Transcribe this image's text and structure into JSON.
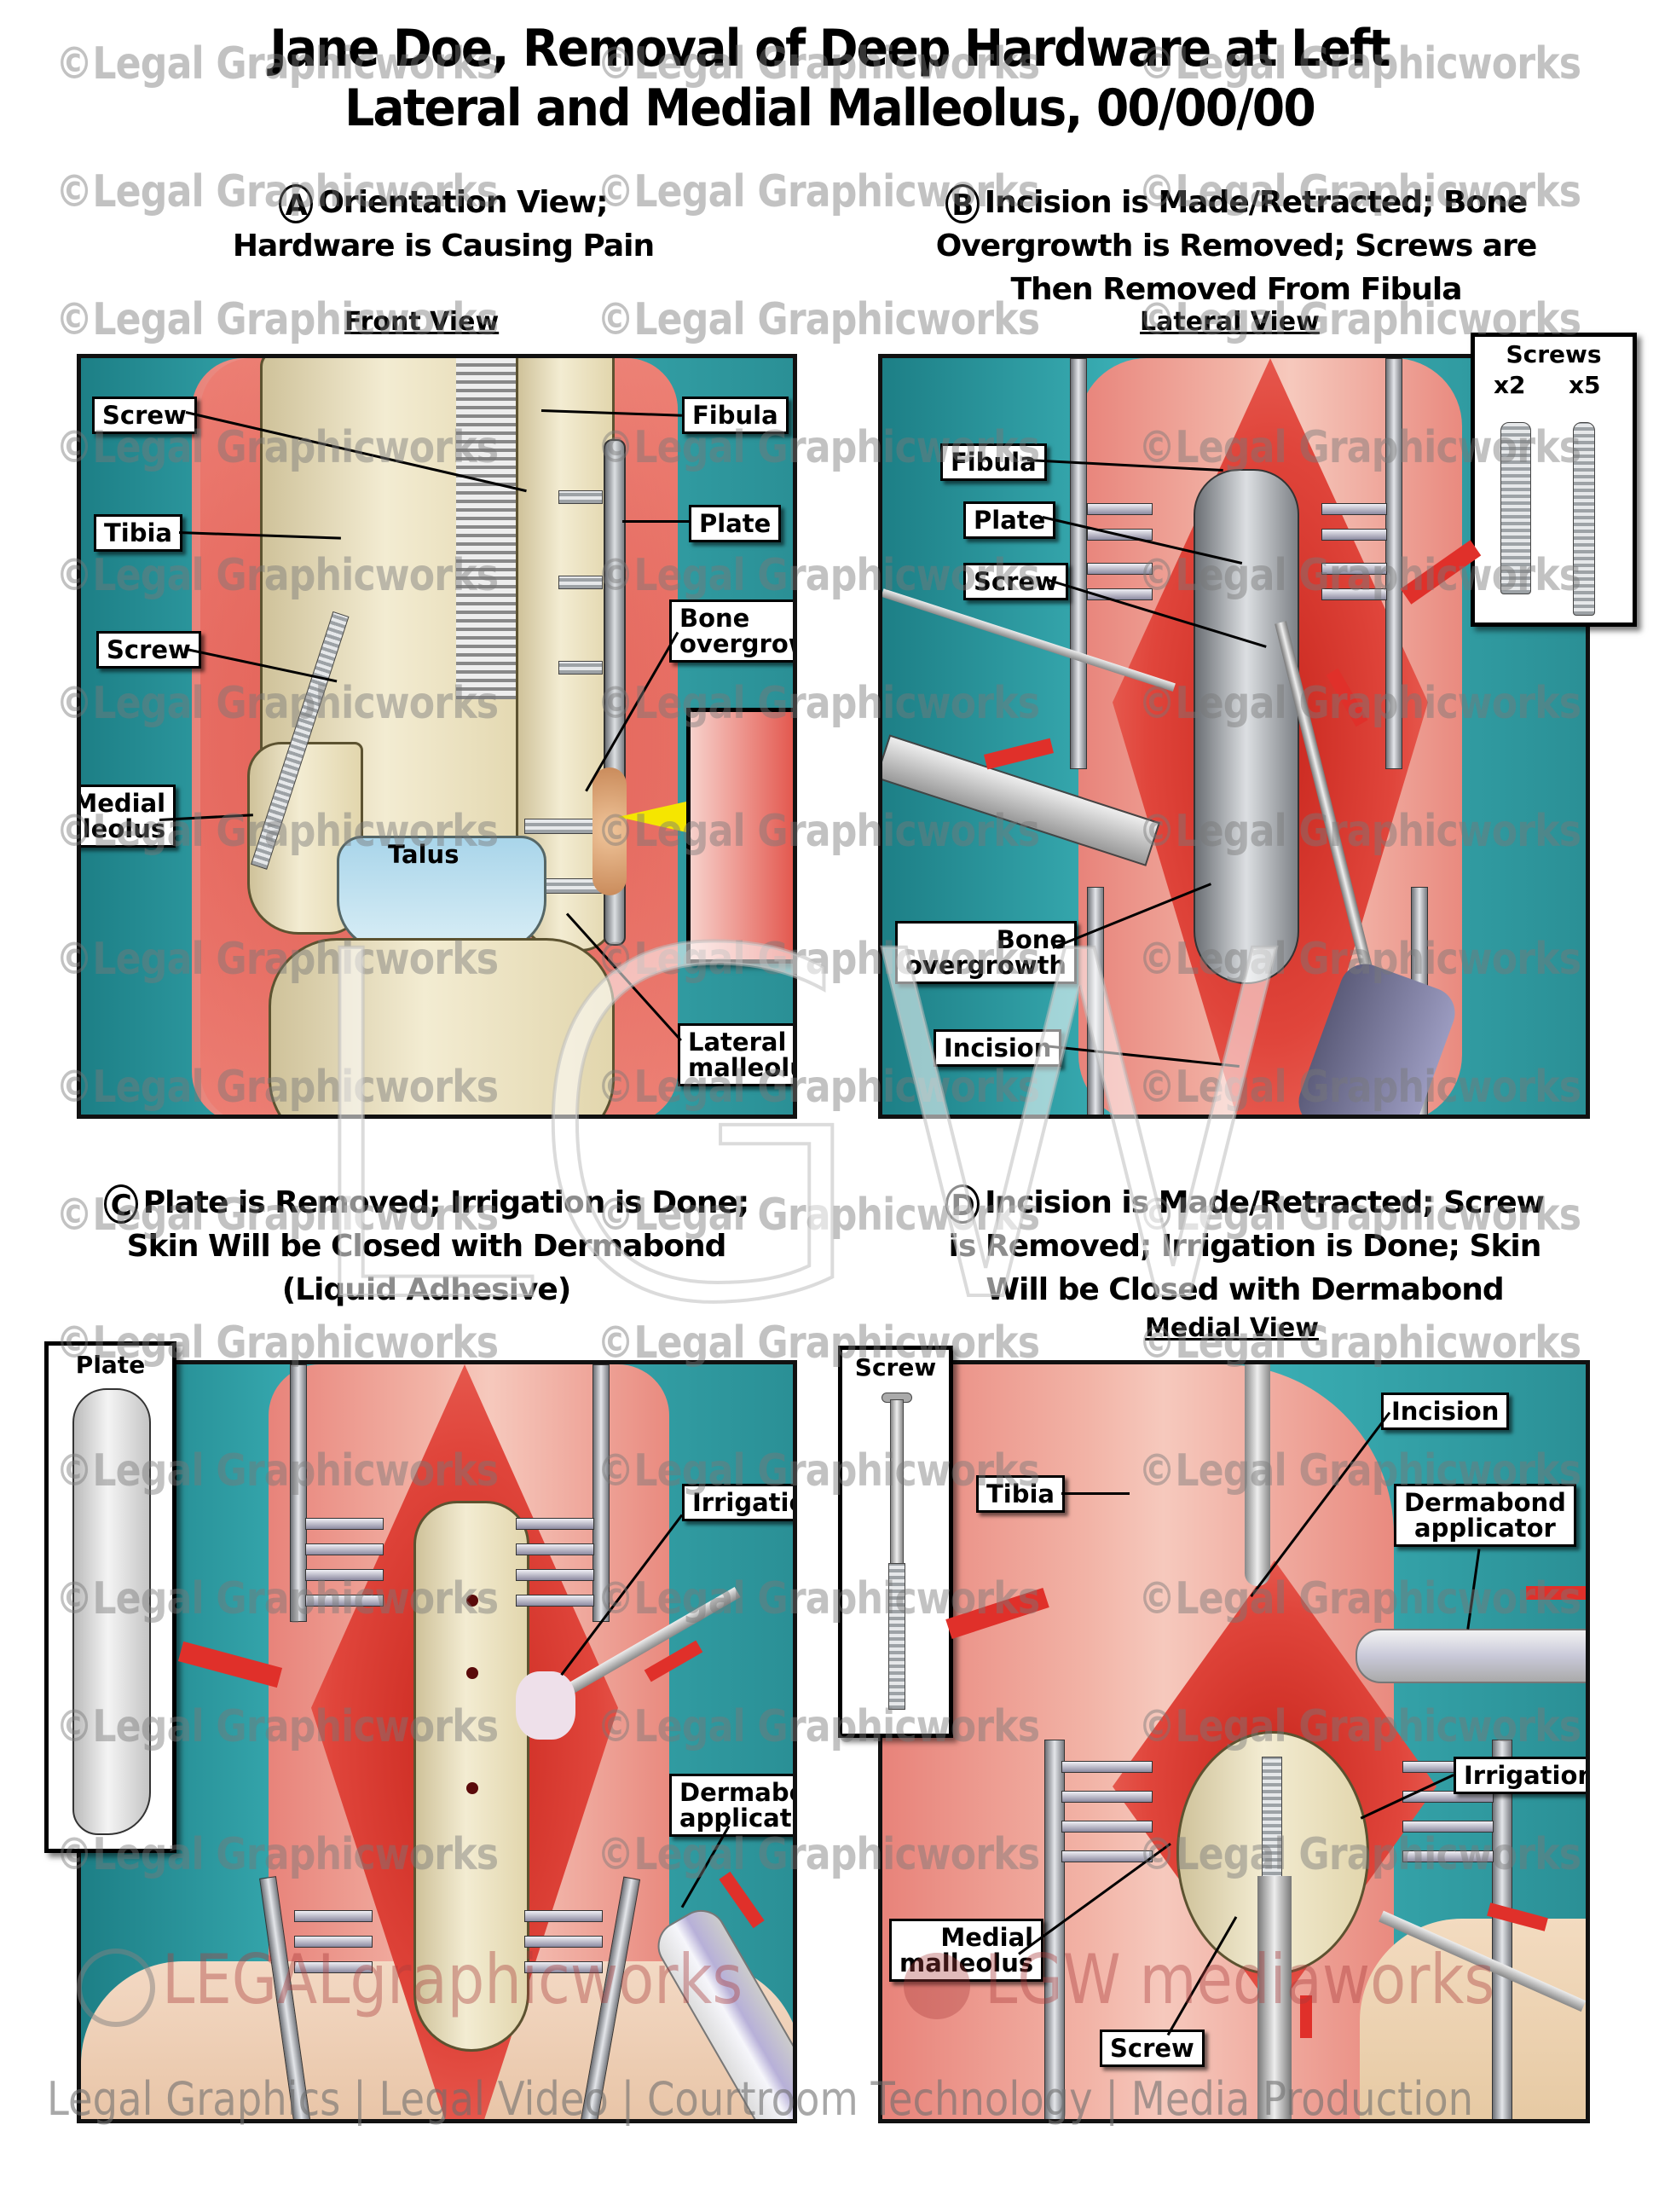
{
  "title": {
    "line1": "Jane Doe, Removal of Deep Hardware at Left",
    "line2": "Lateral and Medial Malleolus, 00/00/00"
  },
  "panels": {
    "a": {
      "letter": "A",
      "caption_lines": [
        "Orientation View;",
        "Hardware is Causing Pain"
      ],
      "view_label": "Front View",
      "labels": {
        "screw_top": "Screw",
        "tibia": "Tibia",
        "screw_mid": "Screw",
        "medial_malleolus_1": "Medial",
        "medial_malleolus_2": "malleolus",
        "fibula": "Fibula",
        "plate": "Plate",
        "bone_overgrowth_1": "Bone",
        "bone_overgrowth_2": "overgrowth",
        "talus": "Talus",
        "lateral_malleolus_1": "Lateral",
        "lateral_malleolus_2": "malleolus"
      }
    },
    "b": {
      "letter": "B",
      "caption_lines": [
        "Incision is Made/Retracted; Bone",
        "Overgrowth is Removed; Screws are",
        "Then Removed From Fibula"
      ],
      "view_label": "Lateral View",
      "labels": {
        "fibula": "Fibula",
        "plate": "Plate",
        "screw": "Screw",
        "bone_overgrowth_1": "Bone",
        "bone_overgrowth_2": "overgrowth",
        "incision": "Incision"
      },
      "inset": {
        "title": "Screws",
        "counts": [
          "x2",
          "x5"
        ]
      }
    },
    "c": {
      "letter": "C",
      "caption_lines": [
        "Plate is Removed; Irrigation is Done;",
        "Skin Will be Closed with Dermabond",
        "(Liquid Adhesive)"
      ],
      "labels": {
        "irrigation": "Irrigation",
        "dermabond_1": "Dermabond",
        "dermabond_2": "applicator"
      },
      "inset": {
        "title": "Plate"
      }
    },
    "d": {
      "letter": "D",
      "caption_lines": [
        "Incision is Made/Retracted; Screw",
        "is Removed; Irrigation is Done; Skin",
        "Will be Closed with Dermabond"
      ],
      "view_label": "Medial View",
      "labels": {
        "tibia": "Tibia",
        "incision": "Incision",
        "dermabond_1": "Dermabond",
        "dermabond_2": "applicator",
        "irrigation": "Irrigation",
        "medial_malleolus_1": "Medial",
        "medial_malleolus_2": "malleolus",
        "screw": "Screw"
      },
      "inset": {
        "title": "Screw"
      }
    }
  },
  "watermark": {
    "text": "©Legal Graphicworks",
    "big": "LGW",
    "logo_left": "LEGALgraphicworks",
    "logo_right": "LGW mediaworks",
    "footer": "Legal Graphics | Legal Video | Courtroom Technology | Media Production"
  },
  "colors": {
    "drape": "#2ea3aa",
    "tissue_red": "#d8352b",
    "skin": "#f2b3a6",
    "bone": "#efe7c8",
    "arrow_red": "#e0302a",
    "pointer_yellow": "#f5e600"
  }
}
